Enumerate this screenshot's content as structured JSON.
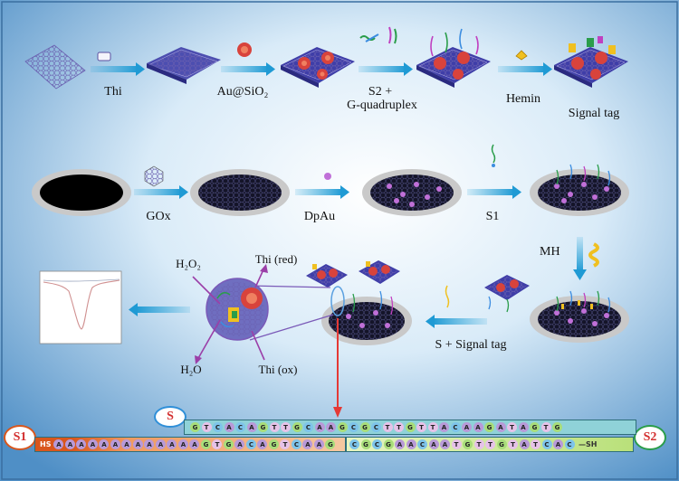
{
  "steps": {
    "thi": "Thi",
    "au_sio2": "Au@SiO₂",
    "s2_line1": "S2 +",
    "s2_line2": "G-quadruplex",
    "hemin": "Hemin",
    "signal_tag": "Signal tag",
    "gox": "GOx",
    "dpau": "DpAu",
    "s1": "S1",
    "mh": "MH",
    "s_signal_tag": "S + Signal tag"
  },
  "reaction": {
    "h2o2": "H₂O₂",
    "thi_red": "Thi (red)",
    "h2o": "H₂O",
    "thi_ox": "Thi (ox)"
  },
  "strands": {
    "s_label": "S",
    "s1_label": "S1",
    "s2_label": "S2",
    "hs_end": "HS",
    "sh_end": "SH",
    "s_sequence": "GTCACAGTTGCAAGCGCTTGTTACAAGATAGTG",
    "s1_sequence": "AAAAAAAAAAAAAGTGACAGTCAAG",
    "s2_sequence": "CGCGAACAATGTTGTATCAC"
  },
  "colors": {
    "background": "#7fb4dc",
    "arrow": "#2ca6d9",
    "red_arrow": "#e53935",
    "s1_box": "#d9561c",
    "s2_box": "#b9e07a",
    "s_tag": "#2f8fd8"
  }
}
